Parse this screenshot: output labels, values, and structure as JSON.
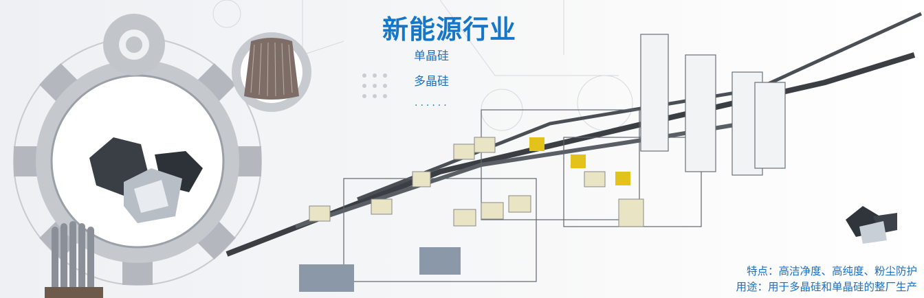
{
  "banner": {
    "title": "新能源行业",
    "items": [
      "单晶硅",
      "多晶硅"
    ],
    "ellipsis": "......",
    "features": "特点：高洁净度、高纯度、粉尘防护",
    "usage": "用途：用于多晶硅和单晶硅的整厂生产"
  },
  "colors": {
    "accent": "#1677c8",
    "gear": "#b9bcc1",
    "frame": "#555a60",
    "box": "#ece8c8",
    "robot": "#e3c21a"
  }
}
